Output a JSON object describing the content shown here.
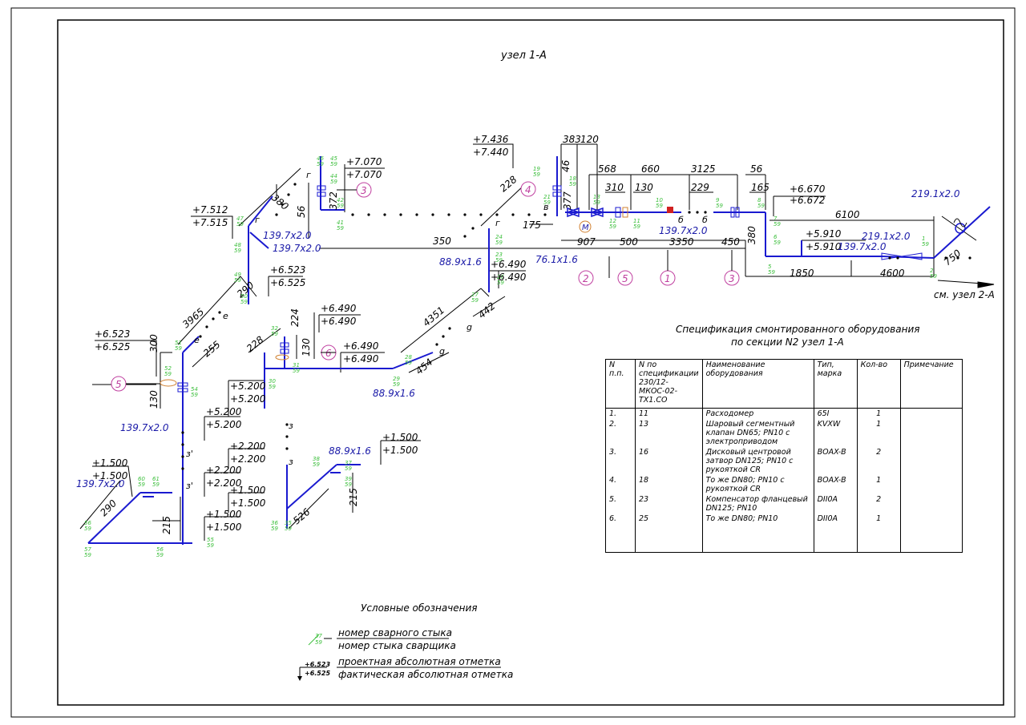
{
  "title": "узел 1-А",
  "ref_note": "см. узел 2-А",
  "spec": {
    "title_line1": "Спецификация смонтированного оборудования",
    "title_line2": "по секции N2 узел 1-А",
    "headers": [
      "N п.п.",
      "N по спецификации 230/12-МКОС-02-ТХ1.СО",
      "Наименование оборудования",
      "Тип, марка",
      "Кол-во",
      "Примечание"
    ],
    "rows": [
      [
        "1.",
        "11",
        "Расходомер",
        "65I",
        "1",
        ""
      ],
      [
        "2.",
        "13",
        "Шаровый сегментный клапан DN65; PN10 с электроприводом",
        "KVXW",
        "1",
        ""
      ],
      [
        "3.",
        "16",
        "Дисковый центровой затвор DN125; PN10 с рукояткой CR",
        "BOAX-B",
        "2",
        ""
      ],
      [
        "4.",
        "18",
        "То же DN80; PN10 с рукояткой CR",
        "BOAX-B",
        "1",
        ""
      ],
      [
        "5.",
        "23",
        "Компенсатор фланцевый DN125; PN10",
        "DII0A",
        "2",
        ""
      ],
      [
        "6.",
        "25",
        "То же DN80; PN10",
        "DII0A",
        "1",
        ""
      ]
    ]
  },
  "legend": {
    "title": "Условные обозначения",
    "weld_top": "номер сварного стыка",
    "weld_bottom": "номер стыка сварщика",
    "weld_num": "37",
    "welder_num": "59",
    "elev_top": "проектная абсолютная отметка",
    "elev_bottom": "фактическая абсолютная отметка",
    "elev_sample_top": "+6.523",
    "elev_sample_bottom": "+6.525"
  },
  "elevations": [
    {
      "a": "+7.436",
      "b": "+7.440"
    },
    {
      "a": "+7.070",
      "b": "+7.070"
    },
    {
      "a": "+7.512",
      "b": "+7.515"
    },
    {
      "a": "+6.670",
      "b": "+6.672"
    },
    {
      "a": "+5.910",
      "b": "+5.910"
    },
    {
      "a": "+6.523",
      "b": "+6.525"
    },
    {
      "a": "+6.490",
      "b": "+6.490"
    },
    {
      "a": "+6.490",
      "b": "+6.490"
    },
    {
      "a": "+6.490",
      "b": "+6.490"
    },
    {
      "a": "+6.523",
      "b": "+6.525"
    },
    {
      "a": "+5.200",
      "b": "+5.200"
    },
    {
      "a": "+5.200",
      "b": "+5.200"
    },
    {
      "a": "+2.200",
      "b": "+2.200"
    },
    {
      "a": "+2.200",
      "b": "+2.200"
    },
    {
      "a": "+1.500",
      "b": "+1.500"
    },
    {
      "a": "+1.500",
      "b": "+1.500"
    },
    {
      "a": "+1.500",
      "b": "+1.500"
    },
    {
      "a": "+1.500",
      "b": "+1.500"
    }
  ],
  "pipe_sizes": [
    "219.1x2.0",
    "219.1x2.0",
    "139.7x2.0",
    "139.7x2.0",
    "139.7x2.0",
    "139.7x2.0",
    "139.7x2.0",
    "139.7x2.0",
    "88.9x1.6",
    "88.9x1.6",
    "88.9x1.6",
    "76.1x1.6"
  ],
  "dimensions": [
    "383",
    "120",
    "46",
    "568",
    "660",
    "3125",
    "56",
    "310",
    "130",
    "229",
    "165",
    "6100",
    "380",
    "56",
    "372",
    "228",
    "377",
    "175",
    "350",
    "907",
    "500",
    "3350",
    "450",
    "1850",
    "4600",
    "750",
    "380",
    "3965",
    "290",
    "300",
    "255",
    "130",
    "228",
    "224",
    "130",
    "4351",
    "442",
    "454",
    "526",
    "215",
    "290",
    "215"
  ],
  "callouts": [
    "1",
    "2",
    "3",
    "3",
    "4",
    "5",
    "5",
    "6"
  ],
  "node_letters": [
    "г",
    "г",
    "г",
    "в",
    "б",
    "б",
    "е",
    "е",
    "g",
    "g",
    "з",
    "з",
    "з'",
    "з'",
    "М"
  ]
}
